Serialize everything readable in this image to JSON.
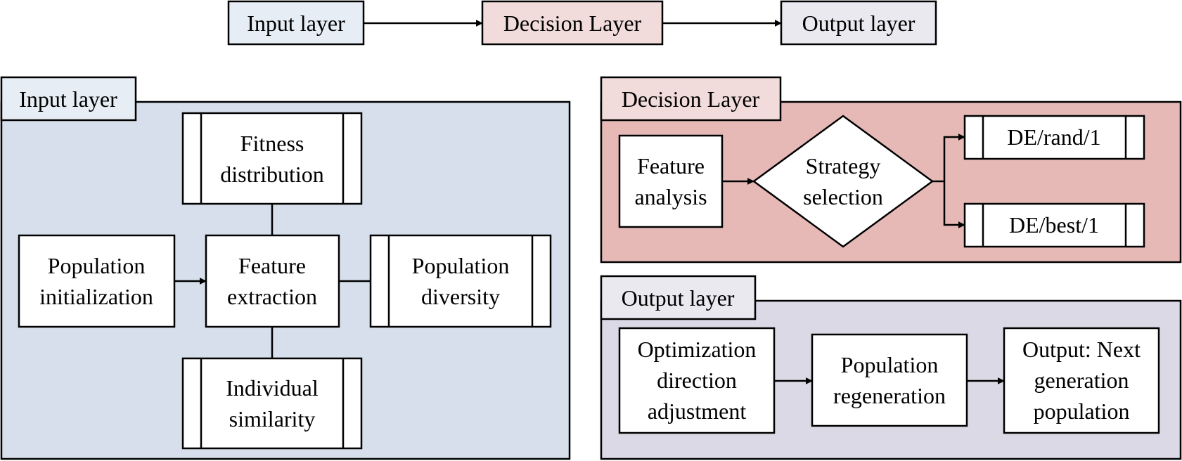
{
  "colors": {
    "input": "#d6dfeb",
    "decision": "#e6b9b7",
    "output": "#dcd9e6",
    "legend_input": "#e7edf4",
    "legend_decision": "#f2dcdb",
    "legend_output": "#ebe9f0",
    "node": "#ffffff",
    "stroke": "#000000"
  },
  "legend": {
    "input": "Input layer",
    "decision": "Decision Layer",
    "output": "Output layer"
  },
  "input_panel": {
    "title": "Input layer",
    "fitness": [
      "Fitness",
      "distribution"
    ],
    "pop_init": [
      "Population",
      "initialization"
    ],
    "feature_extraction": [
      "Feature",
      "extraction"
    ],
    "pop_diversity": [
      "Population",
      "diversity"
    ],
    "similarity": [
      "Individual",
      "similarity"
    ]
  },
  "decision_panel": {
    "title": "Decision Layer",
    "feature_analysis": [
      "Feature",
      "analysis"
    ],
    "strategy": [
      "Strategy",
      "selection"
    ],
    "de_rand": "DE/rand/1",
    "de_best": "DE/best/1"
  },
  "output_panel": {
    "title": "Output layer",
    "opt_direction": [
      "Optimization",
      "direction",
      "adjustment"
    ],
    "regeneration": [
      "Population",
      "regeneration"
    ],
    "next_gen": [
      "Output: Next",
      "generation",
      "population"
    ]
  }
}
